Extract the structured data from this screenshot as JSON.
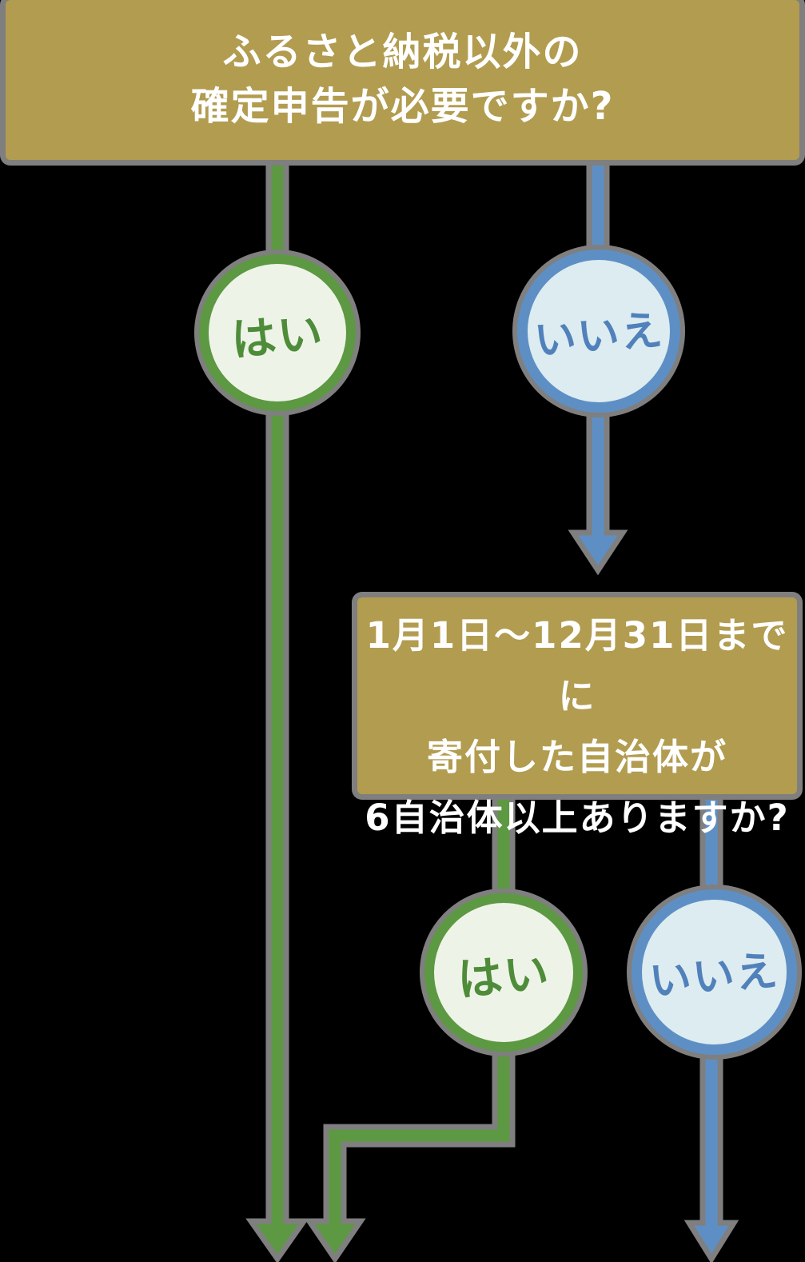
{
  "colors": {
    "background": "#000000",
    "banner": "#b29c50",
    "banner_text": "#ffffff",
    "shadow": "#7f7f7f",
    "green": "#5d9843",
    "green_fill": "#eef3e7",
    "green_text": "#4e8c3a",
    "blue": "#5e8fc4",
    "blue_fill": "#ddecf1",
    "blue_text": "#5181bb"
  },
  "question1": {
    "line1": "ふるさと納税以外の",
    "line2": "確定申告が必要ですか?"
  },
  "question2": {
    "line1": "1月1日〜12月31日までに",
    "line2": "寄付した自治体が",
    "line3": "6自治体以上ありますか?"
  },
  "branch1": {
    "yes": "はい",
    "no": "いいえ"
  },
  "branch2": {
    "yes": "はい",
    "no": "いいえ"
  }
}
